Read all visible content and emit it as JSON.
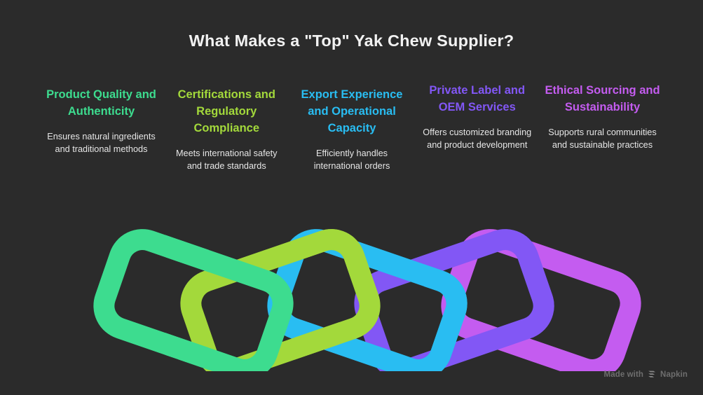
{
  "background_color": "#2b2b2b",
  "title": "What Makes a \"Top\" Yak Chew Supplier?",
  "columns": [
    {
      "heading": "Product Quality and Authenticity",
      "description": "Ensures natural ingredients and traditional methods",
      "color": "#3ddc8f"
    },
    {
      "heading": "Certifications and Regulatory Compliance",
      "description": "Meets international safety and trade standards",
      "color": "#a3d93b"
    },
    {
      "heading": "Export Experience and Operational Capacity",
      "description": "Efficiently handles international orders",
      "color": "#29bdf2"
    },
    {
      "heading": "Private Label and OEM Services",
      "description": "Offers customized branding and product development",
      "color": "#8257f5"
    },
    {
      "heading": "Ethical Sourcing and Sustainability",
      "description": "Supports rural communities and sustainable practices",
      "color": "#c45cf0"
    }
  ],
  "chain_graphic": {
    "description": "Five interlocking chain links",
    "link_colors": [
      "#3ddc8f",
      "#a3d93b",
      "#29bdf2",
      "#8257f5",
      "#c45cf0"
    ]
  },
  "watermark": {
    "prefix": "Made with",
    "brand": "Napkin",
    "icon": "napkin-logo-icon",
    "color": "#6e6e6e"
  }
}
